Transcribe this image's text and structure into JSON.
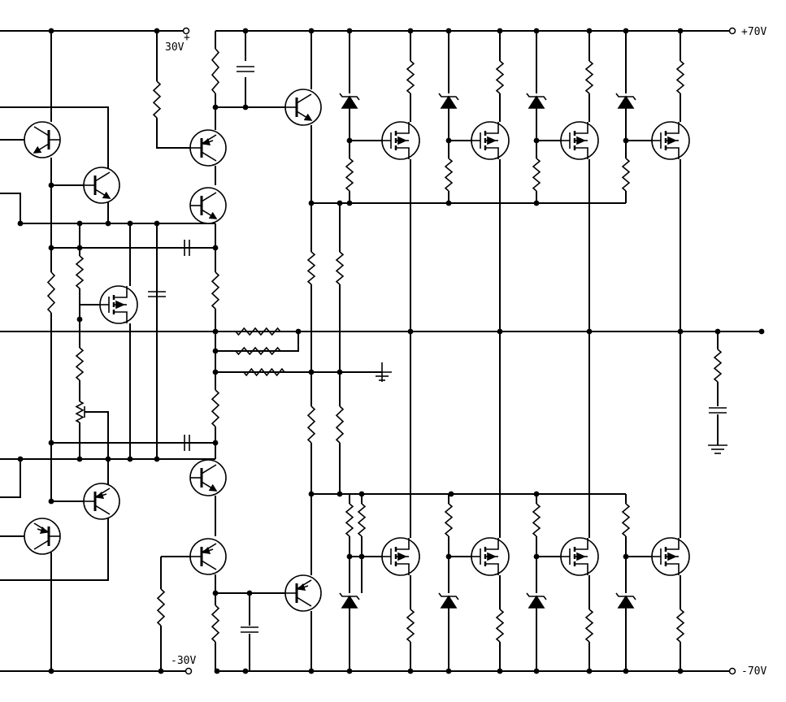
{
  "diagram": {
    "type": "circuit-schematic",
    "labels": {
      "pos_supply_low": "30V",
      "pos_supply_low_sign": "+",
      "pos_supply_high": "+70V",
      "neg_supply_low": "-30V",
      "neg_supply_high": "-70V"
    },
    "components": {
      "bjt_transistors": 10,
      "mosfets_output_upper": 4,
      "mosfets_output_lower": 4,
      "mosfet_bias": 1,
      "zener_diodes": 8
    },
    "colors": {
      "wire": "#000000",
      "background": "#ffffff"
    }
  }
}
